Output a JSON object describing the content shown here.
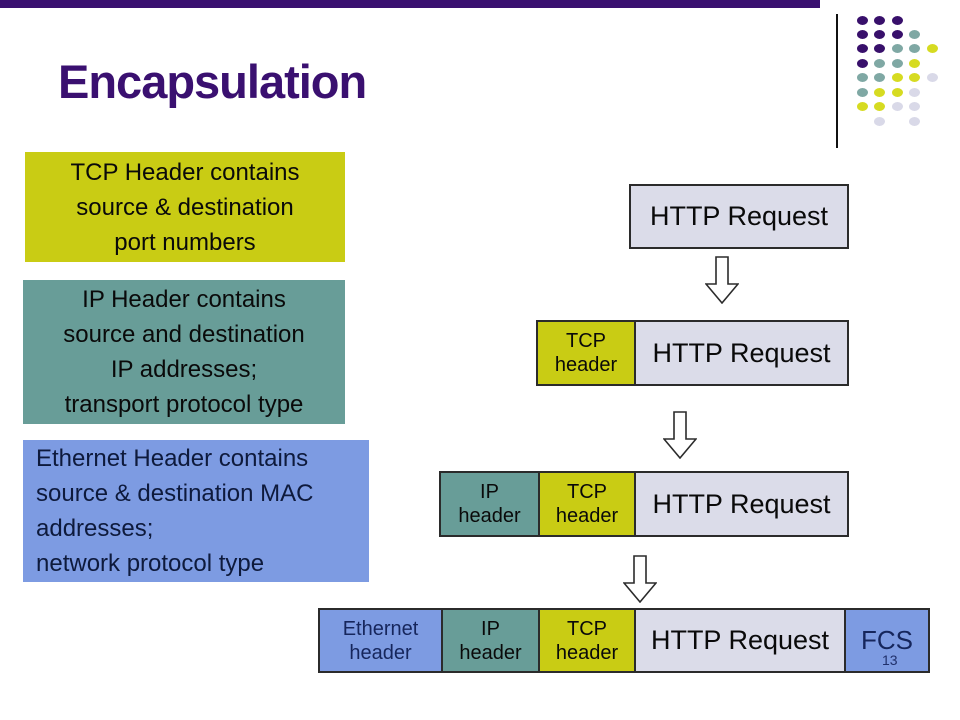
{
  "slide": {
    "title": "Encapsulation",
    "page_number": "13"
  },
  "left_notes": {
    "tcp": {
      "text": "TCP Header contains\nsource & destination\nport numbers"
    },
    "ip": {
      "text": "IP Header contains\nsource and destination\nIP addresses;\ntransport protocol type"
    },
    "ethernet": {
      "text": "Ethernet Header contains\nsource & destination MAC\naddresses;\nnetwork protocol type"
    }
  },
  "diagram": {
    "rows": [
      {
        "cells": [
          {
            "label": "HTTP Request",
            "type": "payload"
          }
        ]
      },
      {
        "cells": [
          {
            "label": "TCP\nheader",
            "type": "tcp"
          },
          {
            "label": "HTTP Request",
            "type": "payload"
          }
        ]
      },
      {
        "cells": [
          {
            "label": "IP\nheader",
            "type": "ip"
          },
          {
            "label": "TCP\nheader",
            "type": "tcp"
          },
          {
            "label": "HTTP Request",
            "type": "payload"
          }
        ]
      },
      {
        "cells": [
          {
            "label": "Ethernet\nheader",
            "type": "ethernet"
          },
          {
            "label": "IP\nheader",
            "type": "ip"
          },
          {
            "label": "TCP\nheader",
            "type": "tcp"
          },
          {
            "label": "HTTP Request",
            "type": "payload"
          },
          {
            "label": "FCS",
            "type": "fcs"
          }
        ]
      }
    ]
  },
  "colors": {
    "accent_purple": "#3A1070",
    "tcp_yellow": "#C9CC14",
    "ip_teal": "#689D98",
    "ethernet_blue": "#7D9BE2",
    "payload_lavender": "#DBDCE9",
    "box_border": "#2B2B2B",
    "navy_text": "#16265C",
    "dot_purple": "#38106B",
    "dot_teal": "#7FA8A4",
    "dot_yellow": "#D6DB21",
    "dot_gray": "#D9D9E8"
  },
  "decoration": {
    "dot_matrix": [
      [
        "P",
        "P",
        "P",
        null,
        null
      ],
      [
        "P",
        "P",
        "P",
        "T",
        null
      ],
      [
        "P",
        "P",
        "T",
        "T",
        "Y"
      ],
      [
        "P",
        "T",
        "T",
        "Y",
        null
      ],
      [
        "T",
        "T",
        "Y",
        "Y",
        "G"
      ],
      [
        "T",
        "Y",
        "Y",
        "G",
        null
      ],
      [
        "Y",
        "Y",
        "G",
        "G",
        null
      ],
      [
        null,
        "G",
        null,
        "G",
        null
      ]
    ]
  }
}
